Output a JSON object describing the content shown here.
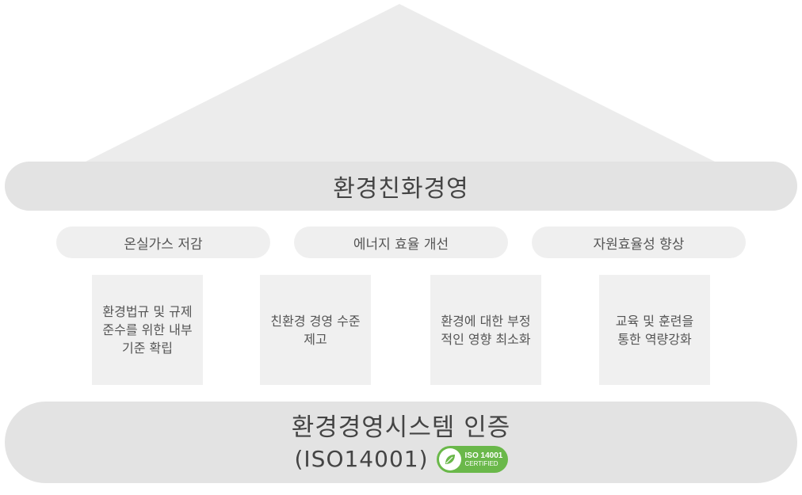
{
  "top_banner": {
    "title": "환경친화경영"
  },
  "goals": [
    {
      "label": "온실가스 저감"
    },
    {
      "label": "에너지 효율 개선"
    },
    {
      "label": "자원효율성 향상"
    }
  ],
  "pillars": [
    {
      "text": "환경법규 및 규제\n준수를 위한 내부\n기준 확립"
    },
    {
      "text": "친환경 경영 수준\n제고"
    },
    {
      "text": "환경에 대한 부정\n적인 영향 최소화"
    },
    {
      "text": "교육 및 훈련을\n통한 역량강화"
    }
  ],
  "foundation": {
    "title": "환경경영시스템 인증",
    "subtitle": "(ISO14001)",
    "badge": {
      "line1": "ISO 14001",
      "line2": "CERTIFIED",
      "icon": "leaf-icon",
      "color": "#6ab84a"
    }
  },
  "colors": {
    "roof": "#ececec",
    "banner": "#e3e3e3",
    "pill": "#efefef",
    "pillar": "#f0f0f0"
  }
}
